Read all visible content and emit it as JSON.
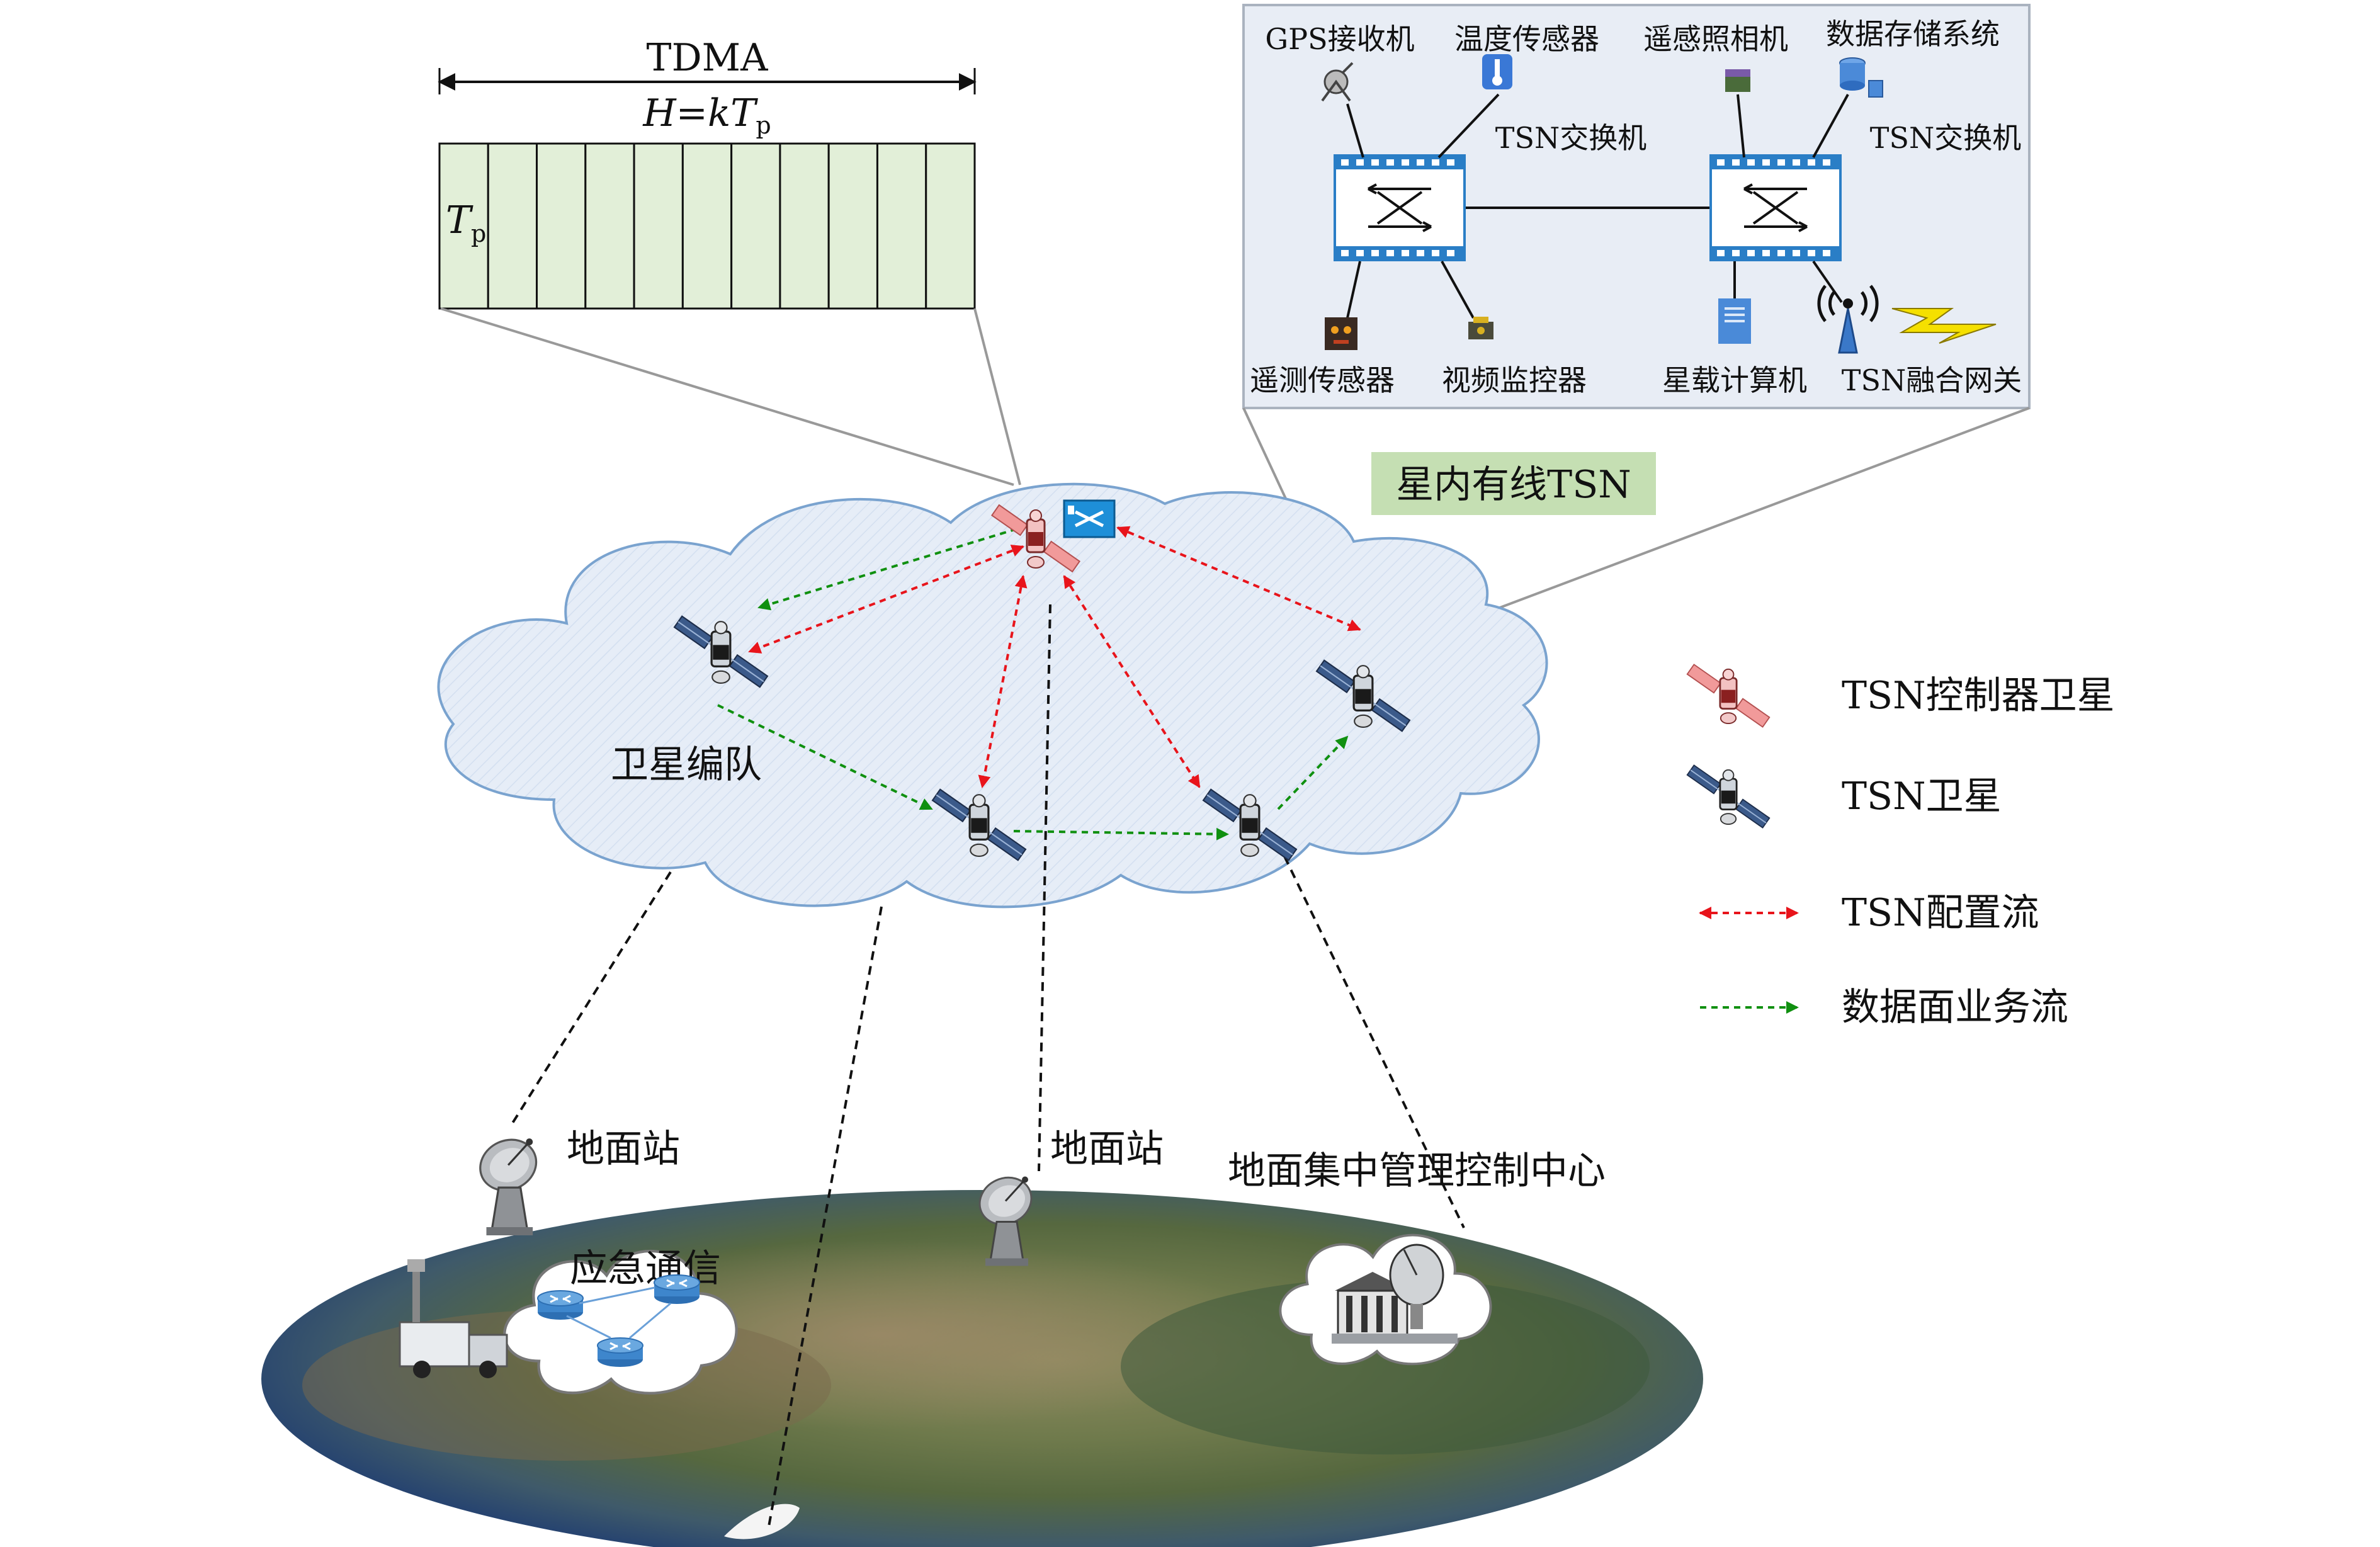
{
  "tdma": {
    "title": "TDMA",
    "formula_h": "H",
    "formula_eq": "=",
    "formula_k": "k",
    "formula_t": "T",
    "formula_sub": "p",
    "slot_label": "T",
    "slot_sub": "p",
    "slot_count": 11
  },
  "intra": {
    "gps": "GPS接收机",
    "temp": "温度传感器",
    "camera": "遥感照相机",
    "storage": "数据存储系统",
    "switch_left": "TSN交换机",
    "switch_right": "TSN交换机",
    "telemetry": "遥测传感器",
    "video": "视频监控器",
    "computer": "星载计算机",
    "gateway": "TSN融合网关",
    "caption": "星内有线TSN"
  },
  "formation": {
    "label": "卫星编队"
  },
  "legend": {
    "controller": "TSN控制器卫星",
    "satellite": "TSN卫星",
    "config_flow": "TSN配置流",
    "data_flow": "数据面业务流"
  },
  "ground": {
    "station_left": "地面站",
    "station_mid": "地面站",
    "control_center": "地面集中管理控制中心",
    "emergency": "应急通信"
  },
  "colors": {
    "config": "#e8141b",
    "data": "#109010",
    "cloud_fill": "#e4ecf6",
    "cloud_stroke": "#7aa3cf",
    "slot_fill": "#e2efd8",
    "panel_fill": "#e8edf5",
    "caption_fill": "#c5dfb3"
  }
}
